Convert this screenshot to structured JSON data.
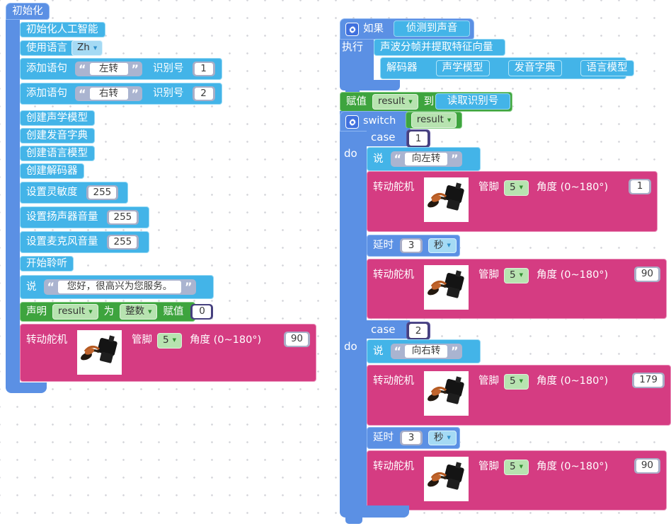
{
  "colors": {
    "wrap_blue": "#5b90e4",
    "statement_blue": "#43b4e8",
    "green": "#3ea43e",
    "magenta": "#d53c82",
    "navy_slot": "#46407e",
    "field_gray": "#a9aec7"
  },
  "left": {
    "hat": "初始化",
    "init_ai": "初始化人工智能",
    "use_lang": {
      "label": "使用语言",
      "value": "Zh"
    },
    "add1": {
      "label": "添加语句",
      "text": "左转",
      "id_label": "识别号",
      "id": "1"
    },
    "add2": {
      "label": "添加语句",
      "text": "右转",
      "id_label": "识别号",
      "id": "2"
    },
    "create_acoustic": "创建声学模型",
    "create_dict": "创建发音字典",
    "create_lang": "创建语言模型",
    "create_decoder": "创建解码器",
    "sensitivity": {
      "label": "设置灵敏度",
      "value": "255"
    },
    "speaker": {
      "label": "设置扬声器音量",
      "value": "255"
    },
    "microphone": {
      "label": "设置麦克风音量",
      "value": "255"
    },
    "listen": "开始聆听",
    "say": {
      "label": "说",
      "text": "您好，很高兴为您服务。"
    },
    "declare": {
      "label": "声明",
      "var": "result",
      "as": "为",
      "type": "整数",
      "assign": "赋值",
      "value": "0"
    },
    "servo": {
      "label": "转动舵机",
      "pin_label": "管脚",
      "pin": "5",
      "angle_label": "角度 (0~180°)",
      "angle": "90"
    }
  },
  "right": {
    "if_block": {
      "keyword": "如果",
      "condition": "侦测到声音",
      "do_label": "执行",
      "frame": "声波分帧并提取特征向量",
      "decoder": {
        "label": "解码器",
        "arg1": "声学模型",
        "arg2": "发音字典",
        "arg3": "语言模型"
      }
    },
    "assign": {
      "label": "赋值",
      "var": "result",
      "to": "到",
      "value": "读取识别号"
    },
    "switch_block": {
      "keyword": "switch",
      "var": "result",
      "case1": {
        "label": "case",
        "value": "1",
        "do_label": "do",
        "say": {
          "label": "说",
          "text": "向左转"
        },
        "servo_a": {
          "label": "转动舵机",
          "pin_label": "管脚",
          "pin": "5",
          "angle_label": "角度 (0~180°)",
          "angle": "1"
        },
        "delay": {
          "label": "延时",
          "value": "3",
          "unit": "秒"
        },
        "servo_b": {
          "label": "转动舵机",
          "pin_label": "管脚",
          "pin": "5",
          "angle_label": "角度 (0~180°)",
          "angle": "90"
        }
      },
      "case2": {
        "label": "case",
        "value": "2",
        "do_label": "do",
        "say": {
          "label": "说",
          "text": "向右转"
        },
        "servo_a": {
          "label": "转动舵机",
          "pin_label": "管脚",
          "pin": "5",
          "angle_label": "角度 (0~180°)",
          "angle": "179"
        },
        "delay": {
          "label": "延时",
          "value": "3",
          "unit": "秒"
        },
        "servo_b": {
          "label": "转动舵机",
          "pin_label": "管脚",
          "pin": "5",
          "angle_label": "角度 (0~180°)",
          "angle": "90"
        }
      }
    }
  }
}
